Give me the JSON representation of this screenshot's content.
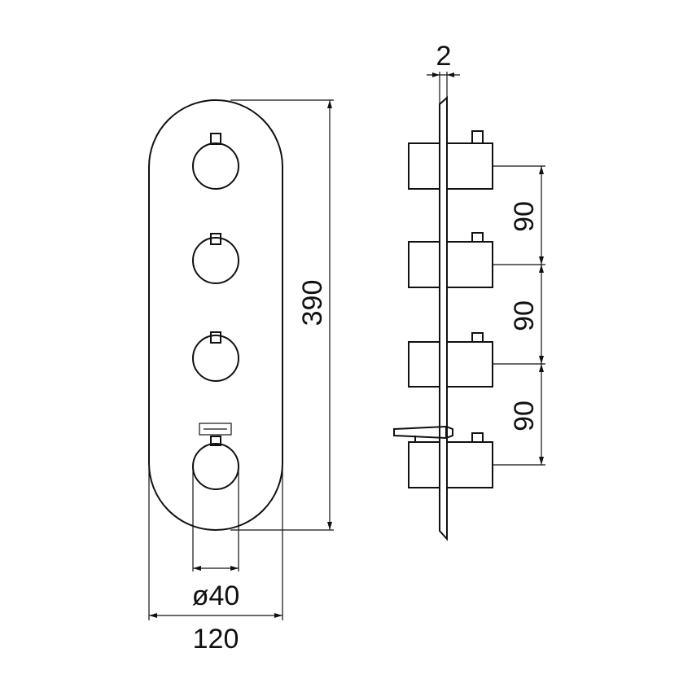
{
  "dimensions": {
    "step": "2",
    "height": "390",
    "spacing_1": "90",
    "spacing_2": "90",
    "spacing_3": "90",
    "diameter": "ø40",
    "width": "120"
  },
  "colors": {
    "line": "#111111",
    "background": "#ffffff"
  },
  "front_view": {
    "knob_count": 4,
    "has_indicator": true
  },
  "side_view": {
    "valve_count": 4,
    "has_spout": true
  }
}
